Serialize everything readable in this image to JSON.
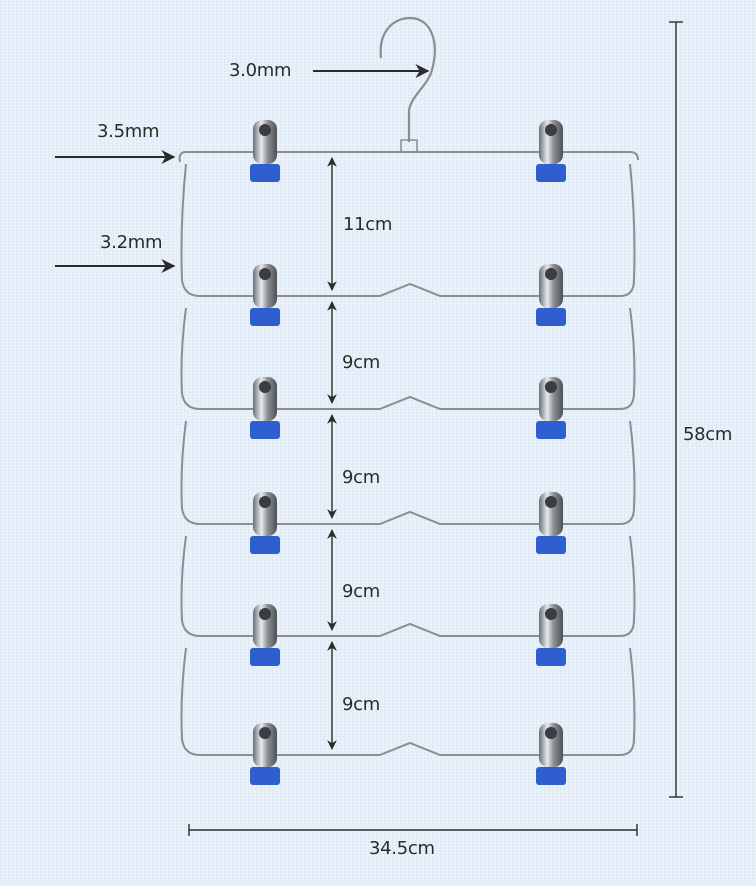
{
  "title": "Multi-tier clip hanger dimensions",
  "labels": {
    "hook_wire": "3.0mm",
    "top_bar_wire": "3.5mm",
    "frame_wire": "3.2mm",
    "tier_gaps": [
      "11cm",
      "9cm",
      "9cm",
      "9cm",
      "9cm"
    ],
    "total_height": "58cm",
    "total_width": "34.5cm"
  },
  "dimensions": {
    "tiers": 6,
    "clips_per_tier": 2,
    "hook_wire_mm": 3.0,
    "top_bar_wire_mm": 3.5,
    "frame_wire_mm": 3.2,
    "tier_gaps_cm": [
      11,
      9,
      9,
      9,
      9
    ],
    "total_height_cm": 58,
    "total_width_cm": 34.5
  },
  "colors": {
    "background": "#e6eef8",
    "wire": "#8a8d92",
    "clip_metal": "#b9bcc2",
    "clip_cap": "#2f5fcf",
    "annotation": "#2b2b2b"
  }
}
